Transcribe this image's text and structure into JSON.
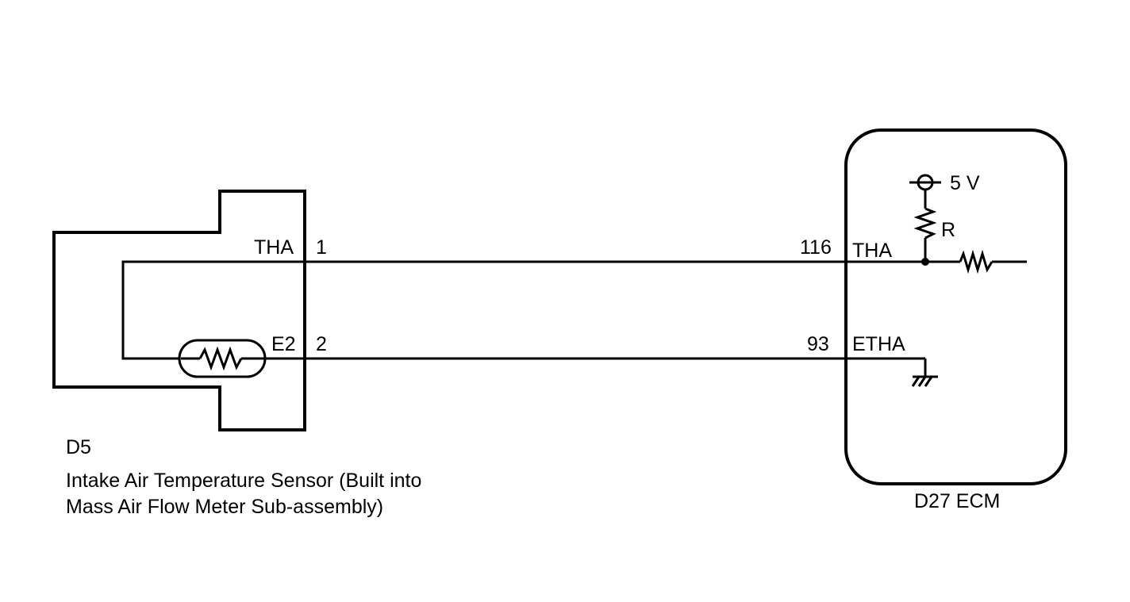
{
  "sensor": {
    "pin1_name": "THA",
    "pin1_number": "1",
    "pin2_name": "E2",
    "pin2_number": "2",
    "connector_id": "D5",
    "description_line1": "Intake Air Temperature Sensor (Built into",
    "description_line2": "Mass Air Flow Meter Sub-assembly)"
  },
  "ecm": {
    "pin_thermo_number": "116",
    "pin_thermo_name": "THA",
    "pin_ground_number": "93",
    "pin_ground_name": "ETHA",
    "supply_voltage": "5 V",
    "pullup_resistor_label": "R",
    "caption": "D27 ECM"
  },
  "icons": {
    "thermistor": "thermistor-icon",
    "resistor": "resistor-icon",
    "ground": "ground-icon",
    "power_terminal": "power-terminal-icon"
  }
}
